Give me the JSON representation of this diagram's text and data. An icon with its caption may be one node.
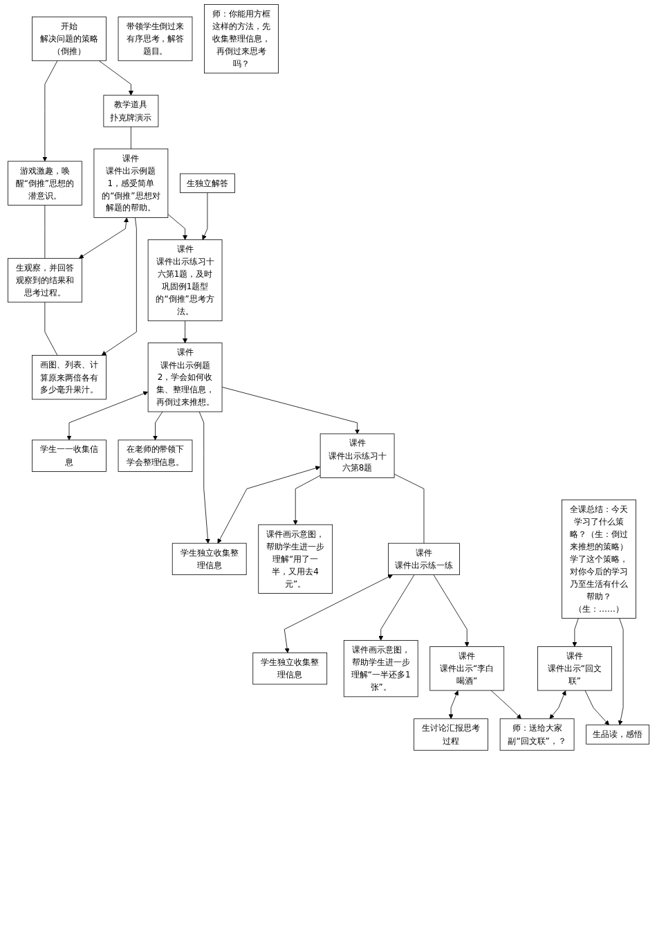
{
  "diagram": {
    "nodes": [
      {
        "text": [
          "开始",
          "解决问题的策略（倒推）"
        ]
      },
      {
        "text": [
          "游戏激趣，唤醒“倒推”思想的潜意识。"
        ]
      },
      {
        "text": [
          "生观察，并回答观察到的结果和思考过程。"
        ]
      },
      {
        "text": [
          "画图、列表、计算原来两倍各有多少毫升果汁。"
        ]
      },
      {
        "text": [
          "教学道具",
          "扑克牌演示"
        ]
      },
      {
        "text": [
          "课件",
          "课件出示例题1，感受简单的“倒推”思想对解题的帮助。"
        ]
      },
      {
        "text": [
          "生独立解答"
        ]
      },
      {
        "text": [
          "课件",
          "课件出示练习十六第1题，及时巩固例1题型的“倒推”思考方法。"
        ]
      },
      {
        "text": [
          "学生一一收集信息"
        ]
      },
      {
        "text": [
          "在老师的带领下学会整理信息。"
        ]
      },
      {
        "text": [
          "带领学生倒过来有序思考，解答题目。"
        ]
      },
      {
        "text": [
          "课件",
          "课件出示例题2，学会如何收集、整理信息，再倒过来推想。"
        ]
      },
      {
        "text": [
          "学生独立收集整理信息"
        ]
      },
      {
        "text": [
          "课件画示意图，帮助学生进一步理解“用了一半，又用去4元”。"
        ]
      },
      {
        "text": [
          "课件",
          "课件出示练习十六第8题"
        ]
      },
      {
        "text": [
          "学生独立收集整理信息"
        ]
      },
      {
        "text": [
          "课件画示意图，帮助学生进一步理解“一半还多1张”。"
        ]
      },
      {
        "text": [
          "师：你能用方框这样的方法，先收集整理信息，再倒过来思考吗？"
        ]
      },
      {
        "text": [
          "课件",
          "课件出示练一练"
        ]
      },
      {
        "text": [
          "生讨论汇报思考过程"
        ]
      },
      {
        "text": [
          "师：送给大家副“回文联”，？"
        ]
      },
      {
        "text": [
          "生品读，感悟"
        ]
      },
      {
        "text": [
          "课件",
          "课件出示“李白喝酒”"
        ]
      },
      {
        "text": [
          "课件",
          "课件出示“回文联”"
        ]
      },
      {
        "text": [
          "全课总结：今天学习了什么策略？（生：倒过来推想的策略）学了这个策略，对你今后的学习乃至生活有什么帮助？（生：……）"
        ]
      }
    ],
    "edges": [
      {
        "from": 0,
        "to": 1,
        "arrow": "to"
      },
      {
        "from": 0,
        "to": 4,
        "arrow": "to"
      },
      {
        "from": 1,
        "to": 2,
        "arrow": "none"
      },
      {
        "from": 2,
        "to": 3,
        "arrow": "none"
      },
      {
        "from": 4,
        "to": 5,
        "arrow": "none"
      },
      {
        "from": 5,
        "to": 2,
        "arrow": "both"
      },
      {
        "from": 5,
        "to": 3,
        "arrow": "to"
      },
      {
        "from": 5,
        "to": 7,
        "arrow": "to"
      },
      {
        "from": 6,
        "to": 7,
        "arrow": "to"
      },
      {
        "from": 7,
        "to": 11,
        "arrow": "to"
      },
      {
        "from": 11,
        "to": 8,
        "arrow": "both"
      },
      {
        "from": 11,
        "to": 9,
        "arrow": "to"
      },
      {
        "from": 11,
        "to": 12,
        "arrow": "to"
      },
      {
        "from": 11,
        "to": 14,
        "arrow": "to"
      },
      {
        "from": 14,
        "to": 12,
        "arrow": "both"
      },
      {
        "from": 14,
        "to": 13,
        "arrow": "to"
      },
      {
        "from": 14,
        "to": 18,
        "arrow": "none"
      },
      {
        "from": 18,
        "to": 15,
        "arrow": "both"
      },
      {
        "from": 18,
        "to": 16,
        "arrow": "to"
      },
      {
        "from": 18,
        "to": 22,
        "arrow": "to"
      },
      {
        "from": 22,
        "to": 19,
        "arrow": "both"
      },
      {
        "from": 22,
        "to": 20,
        "arrow": "to"
      },
      {
        "from": 23,
        "to": 20,
        "arrow": "both"
      },
      {
        "from": 23,
        "to": 21,
        "arrow": "to"
      },
      {
        "from": 24,
        "to": 21,
        "arrow": "to"
      },
      {
        "from": 24,
        "to": 23,
        "arrow": "to"
      }
    ]
  }
}
